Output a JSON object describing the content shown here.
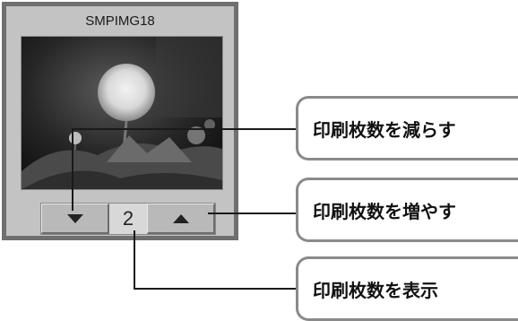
{
  "thumbnail": {
    "title": "SMPIMG18",
    "photo_icon": "dandelion-photo",
    "count": "2",
    "decrease_icon": "triangle-down-icon",
    "increase_icon": "triangle-up-icon"
  },
  "callouts": {
    "decrease_label": "印刷枚数を減らす",
    "increase_label": "印刷枚数を増やす",
    "display_label": "印刷枚数を表示"
  },
  "colors": {
    "panel_bg": "#c3c3c3",
    "panel_border": "#6f6f6f",
    "callout_border": "#8a8a8a"
  }
}
